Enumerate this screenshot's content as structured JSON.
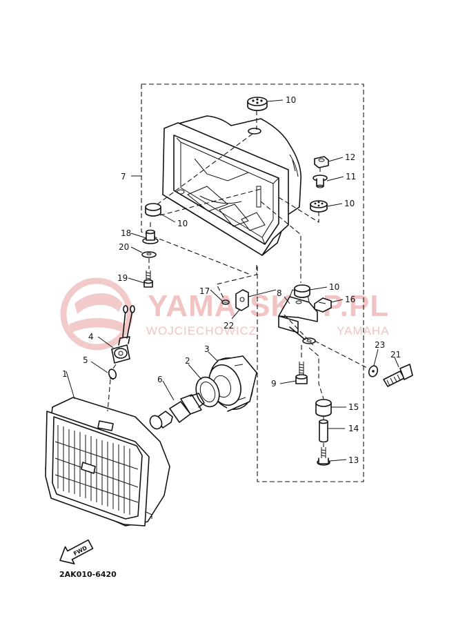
{
  "diagram": {
    "part_code": "2AK010-6420",
    "fwd_label": "FWD",
    "watermark": {
      "main_left": "YAMA",
      "main_mid": "SK",
      "main_right": "P.PL",
      "sub_left": "WOJCIECHOWICZ",
      "sub_right": "YAMAHA"
    },
    "callouts": [
      {
        "id": "10a",
        "label": "10"
      },
      {
        "id": "7",
        "label": "7"
      },
      {
        "id": "12",
        "label": "12"
      },
      {
        "id": "11",
        "label": "11"
      },
      {
        "id": "10b",
        "label": "10"
      },
      {
        "id": "10c",
        "label": "10"
      },
      {
        "id": "18",
        "label": "18"
      },
      {
        "id": "20",
        "label": "20"
      },
      {
        "id": "19",
        "label": "19"
      },
      {
        "id": "8",
        "label": "8"
      },
      {
        "id": "10d",
        "label": "10"
      },
      {
        "id": "16",
        "label": "16"
      },
      {
        "id": "17",
        "label": "17"
      },
      {
        "id": "22",
        "label": "22"
      },
      {
        "id": "4",
        "label": "4"
      },
      {
        "id": "3",
        "label": "3"
      },
      {
        "id": "2",
        "label": "2"
      },
      {
        "id": "5",
        "label": "5"
      },
      {
        "id": "23",
        "label": "23"
      },
      {
        "id": "21",
        "label": "21"
      },
      {
        "id": "1",
        "label": "1"
      },
      {
        "id": "6",
        "label": "6"
      },
      {
        "id": "9",
        "label": "9"
      },
      {
        "id": "15",
        "label": "15"
      },
      {
        "id": "14",
        "label": "14"
      },
      {
        "id": "13",
        "label": "13"
      }
    ]
  }
}
